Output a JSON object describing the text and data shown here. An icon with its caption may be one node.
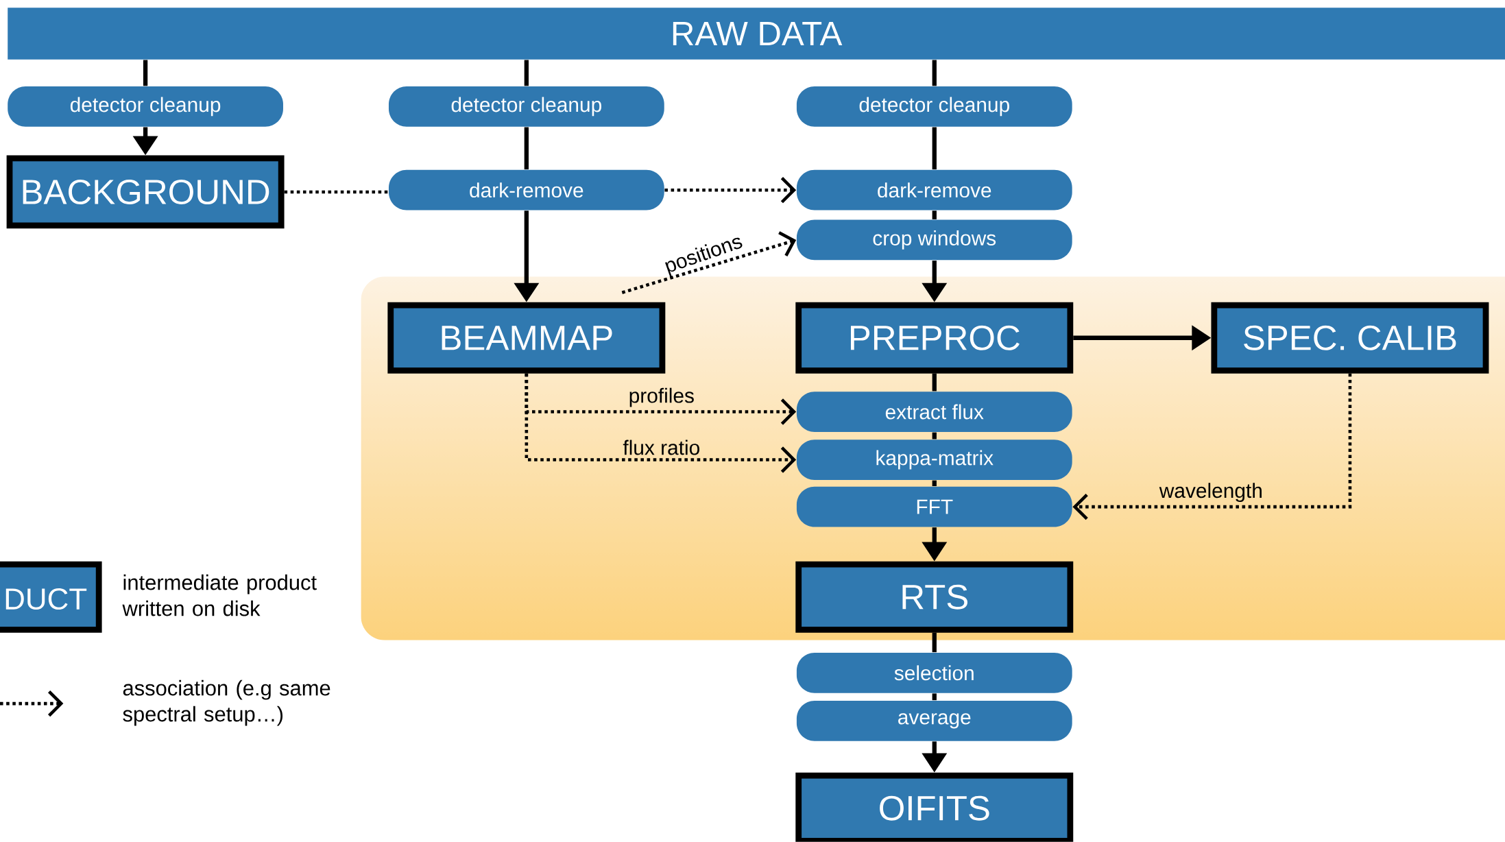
{
  "diagram": {
    "nodes": [
      {
        "text": [
          "RAW DATA"
        ]
      },
      {
        "text": [
          "detector cleanup"
        ]
      },
      {
        "text": [
          "detector cleanup"
        ]
      },
      {
        "text": [
          "detector cleanup"
        ]
      },
      {
        "text": [
          "BACKGROUND"
        ]
      },
      {
        "text": [
          "dark-remove"
        ]
      },
      {
        "text": [
          "dark-remove"
        ]
      },
      {
        "text": [
          "crop windows"
        ]
      },
      {
        "text": [
          "BEAMMAP"
        ]
      },
      {
        "text": [
          "PREPROC"
        ]
      },
      {
        "text": [
          "SPEC. CALIB"
        ]
      },
      {
        "text": [
          "extract flux"
        ]
      },
      {
        "text": [
          "kappa-matrix"
        ]
      },
      {
        "text": [
          "FFT"
        ]
      },
      {
        "text": [
          "RTS"
        ]
      },
      {
        "text": [
          "selection"
        ]
      },
      {
        "text": [
          "average"
        ]
      },
      {
        "text": [
          "OIFITS"
        ]
      }
    ],
    "edges": [
      {
        "from": 0,
        "to": 1,
        "arrow": "none"
      },
      {
        "from": 1,
        "to": 4,
        "arrow": "to"
      },
      {
        "from": 0,
        "to": 2,
        "arrow": "none"
      },
      {
        "from": 2,
        "to": 5,
        "arrow": "none"
      },
      {
        "from": 5,
        "to": 8,
        "arrow": "to"
      },
      {
        "from": 0,
        "to": 3,
        "arrow": "none"
      },
      {
        "from": 3,
        "to": 6,
        "arrow": "none"
      },
      {
        "from": 6,
        "to": 7,
        "arrow": "none"
      },
      {
        "from": 7,
        "to": 9,
        "arrow": "to"
      },
      {
        "from": 4,
        "to": 5,
        "arrow": "none",
        "style": "dashed"
      },
      {
        "from": 5,
        "to": 6,
        "arrow": "to",
        "style": "dashed"
      },
      {
        "from": 8,
        "to": 7,
        "arrow": "to",
        "style": "dashed",
        "label": "positions"
      },
      {
        "from": 9,
        "to": 10,
        "arrow": "to"
      },
      {
        "from": 8,
        "to": 11,
        "arrow": "to",
        "style": "dashed",
        "label": "profiles"
      },
      {
        "from": 8,
        "to": 12,
        "arrow": "to",
        "style": "dashed",
        "label": "flux ratio"
      },
      {
        "from": 10,
        "to": 13,
        "arrow": "to",
        "style": "dashed",
        "label": "wavelength"
      },
      {
        "from": 9,
        "to": 11,
        "arrow": "none"
      },
      {
        "from": 11,
        "to": 12,
        "arrow": "none"
      },
      {
        "from": 12,
        "to": 13,
        "arrow": "none"
      },
      {
        "from": 13,
        "to": 14,
        "arrow": "to"
      },
      {
        "from": 14,
        "to": 15,
        "arrow": "none"
      },
      {
        "from": 15,
        "to": 16,
        "arrow": "none"
      },
      {
        "from": 16,
        "to": 17,
        "arrow": "to"
      }
    ],
    "labels": [
      "DUCT"
    ],
    "legend": [
      {
        "text": "intermediate product written on disk"
      },
      {
        "text": "association (e.g same spectral setup…)"
      }
    ]
  }
}
